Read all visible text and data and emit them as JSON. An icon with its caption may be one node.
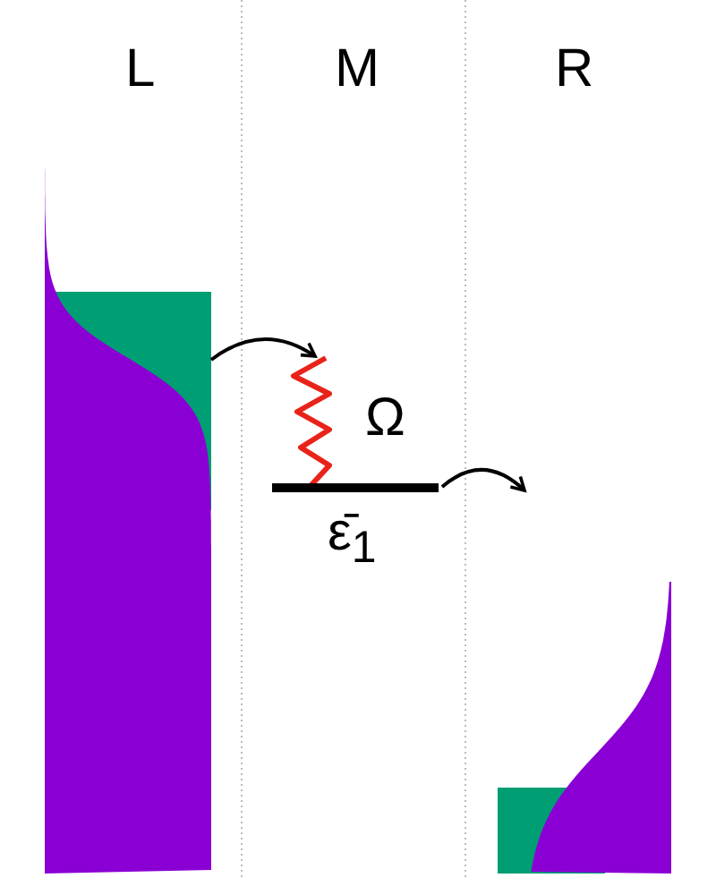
{
  "diagram": {
    "nodes": [
      {
        "text": [],
        "shape": "picture"
      },
      {
        "text": [],
        "shape": "wave",
        "beside": [
          "Ω"
        ]
      },
      {
        "text": [
          "ε̄$_{1}$"
        ]
      },
      {
        "text": [],
        "shape": "picture"
      }
    ],
    "edges": [
      {
        "from": 0,
        "to": 1,
        "arrow": "to"
      },
      {
        "from": 2,
        "to": null,
        "arrow": "to"
      }
    ],
    "labels": [
      "L",
      "M",
      "R"
    ]
  }
}
